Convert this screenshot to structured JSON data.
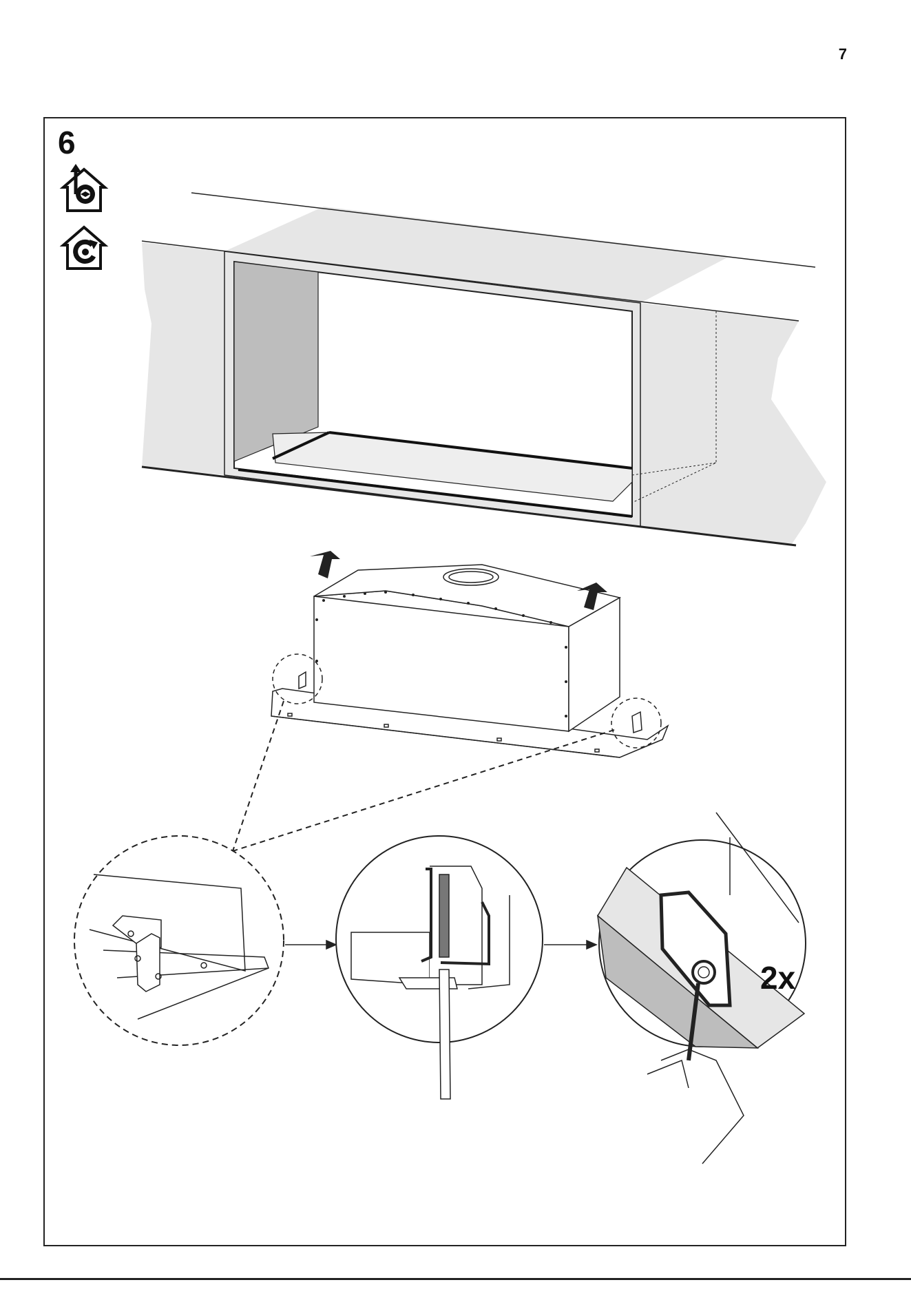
{
  "page": {
    "number": "7"
  },
  "step": {
    "number": "6",
    "quantity": "2x"
  },
  "icons": {
    "mode_icons": [
      "ducted-exhaust-mode-icon",
      "recirculation-mode-icon"
    ],
    "lift_arrows": "up-arrow-icon",
    "flow_arrows": "right-arrow-icon"
  },
  "colors": {
    "line": "#222222",
    "shade": "#e6e6e6",
    "dark_shade": "#bdbdbd"
  }
}
